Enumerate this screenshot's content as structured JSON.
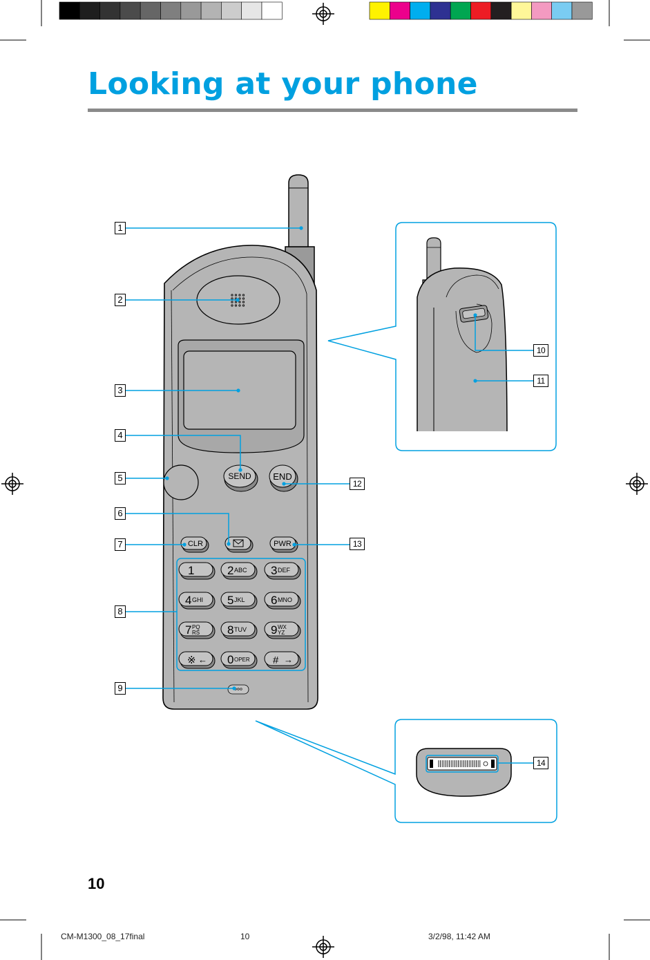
{
  "page": {
    "title": "Looking at your phone",
    "page_number": "10",
    "footer": {
      "file": "CM-M1300_08_17final",
      "page": "10",
      "date": "3/2/98, 11:42 AM"
    }
  },
  "colors": {
    "accent": "#00a0e0",
    "phone_body": "#b5b5b5",
    "phone_dark": "#9a9a9a",
    "rule": "#8a8a8a"
  },
  "register_bars": {
    "gray": [
      "#000000",
      "#1e1e1e",
      "#333333",
      "#4b4b4b",
      "#666666",
      "#7f7f7f",
      "#999999",
      "#b3b3b3",
      "#cccccc",
      "#e6e6e6",
      "#ffffff"
    ],
    "color": [
      "#fff200",
      "#ec008c",
      "#00aeef",
      "#2e3192",
      "#00a651",
      "#ed1c24",
      "#231f20",
      "#fff799",
      "#f49ac1",
      "#7accf2",
      "#999999"
    ]
  },
  "keys": {
    "send": "SEND",
    "end": "END",
    "clr": "CLR",
    "pwr": "PWR",
    "message_icon": "envelope-icon",
    "row1": [
      {
        "digit": "1",
        "letters": ""
      },
      {
        "digit": "2",
        "letters": "ABC"
      },
      {
        "digit": "3",
        "letters": "DEF"
      }
    ],
    "row2": [
      {
        "digit": "4",
        "letters": "GHI"
      },
      {
        "digit": "5",
        "letters": "JKL"
      },
      {
        "digit": "6",
        "letters": "MNO"
      }
    ],
    "row3": [
      {
        "digit": "7",
        "letters_top": "PQ",
        "letters_bottom": "RS"
      },
      {
        "digit": "8",
        "letters": "TUV"
      },
      {
        "digit": "9",
        "letters_top": "WX",
        "letters_bottom": "YZ"
      }
    ],
    "row4": [
      {
        "symbol": "※",
        "arrow": "←"
      },
      {
        "digit": "0",
        "letters": "OPER"
      },
      {
        "symbol": "#",
        "arrow": "→"
      }
    ]
  },
  "callouts": [
    "1",
    "2",
    "3",
    "4",
    "5",
    "6",
    "7",
    "8",
    "9",
    "10",
    "11",
    "12",
    "13",
    "14"
  ]
}
